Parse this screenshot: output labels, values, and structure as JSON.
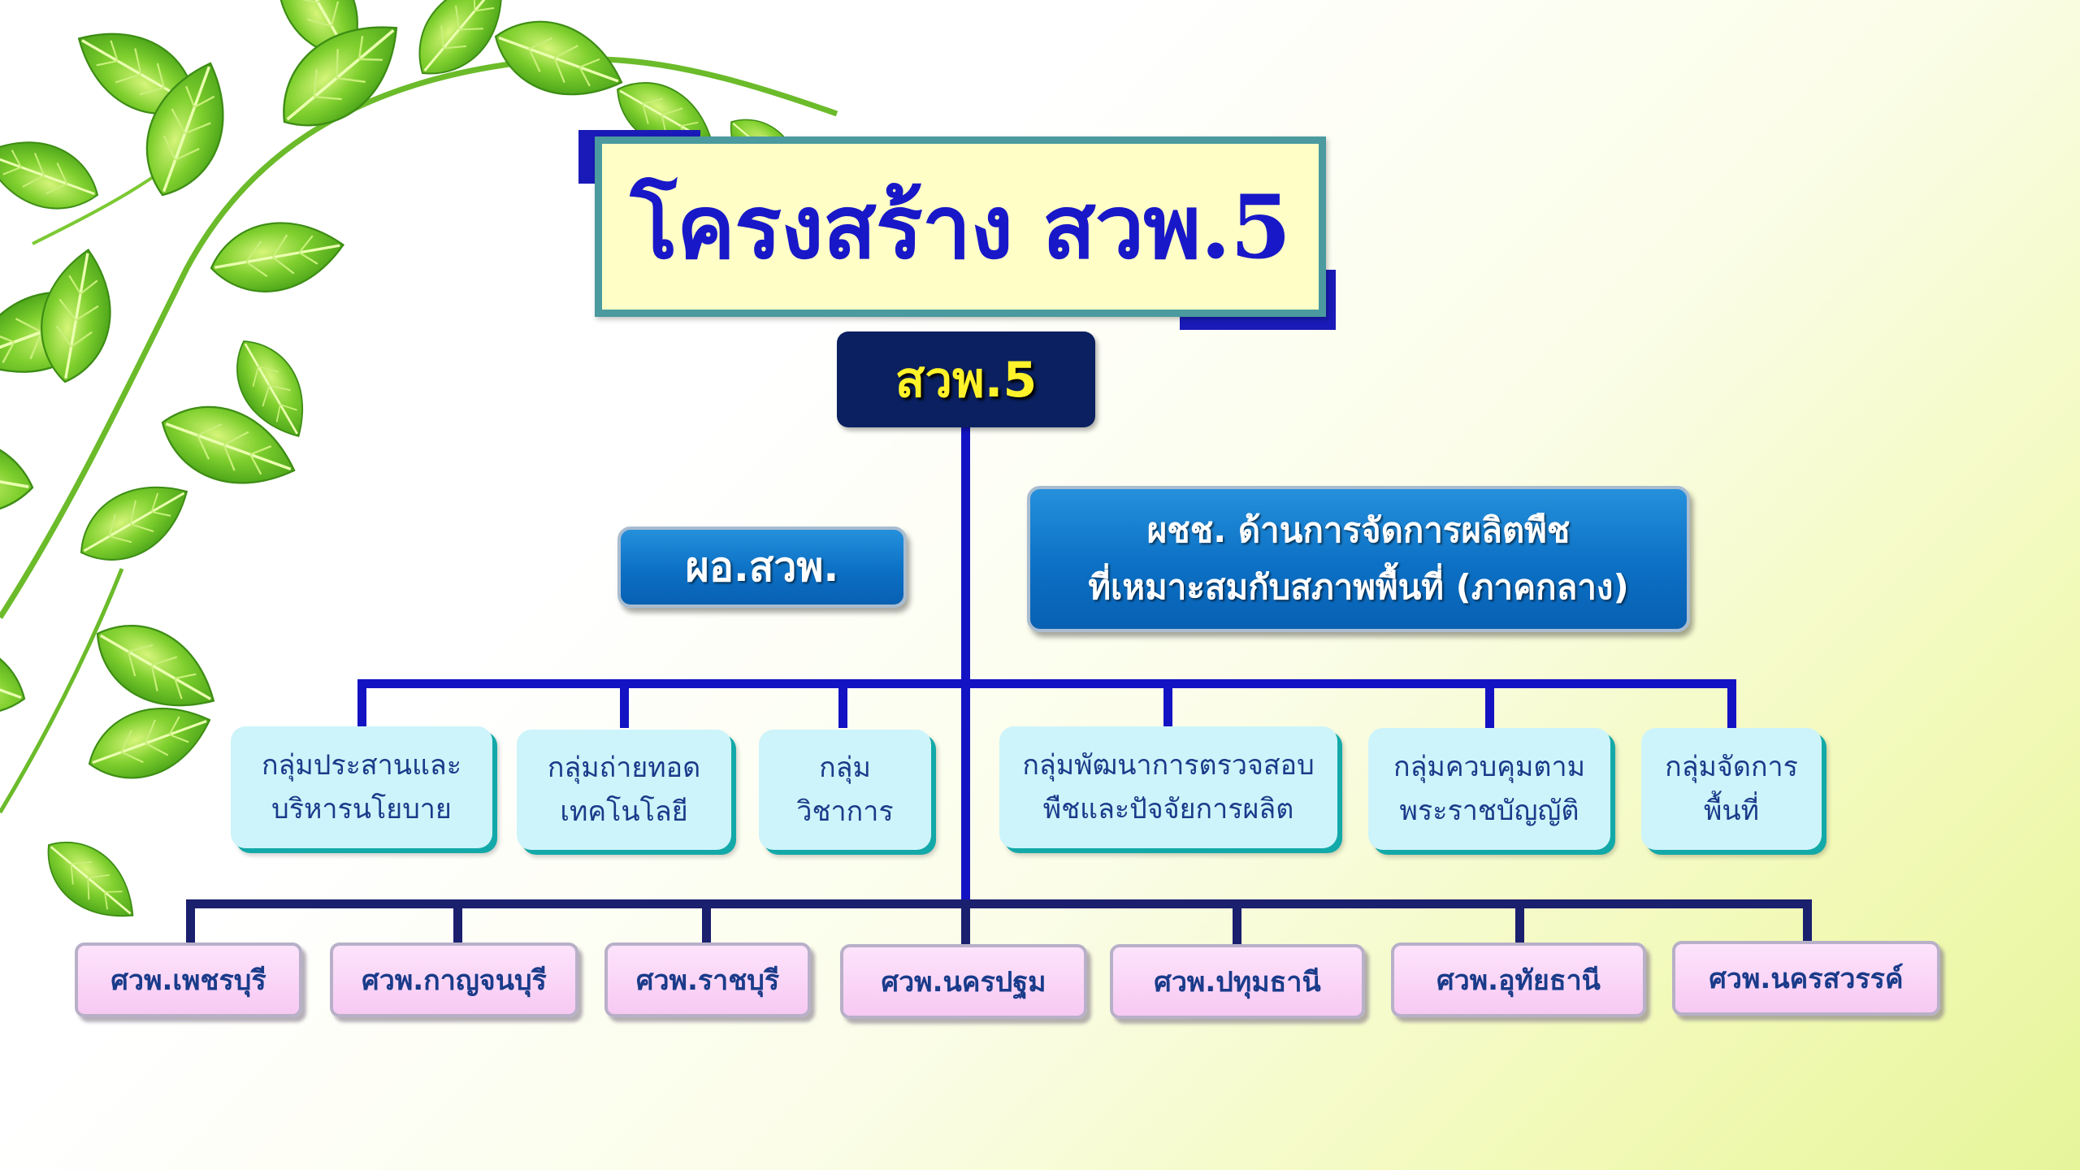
{
  "title": "โครงสร้าง สวพ.5",
  "root": "สวพ.5",
  "advisor": "ผอ.สวพ.",
  "expert": {
    "line1": "ผชช. ด้านการจัดการผลิตพืช",
    "line2": "ที่เหมาะสมกับสภาพพื้นที่ (ภาคกลาง)"
  },
  "groups": [
    {
      "line1": "กลุ่มประสานและ",
      "line2": "บริหารนโยบาย"
    },
    {
      "line1": "กลุ่มถ่ายทอด",
      "line2": "เทคโนโลยี"
    },
    {
      "line1": "กลุ่ม",
      "line2": "วิชาการ"
    },
    {
      "line1": "กลุ่มพัฒนาการตรวจสอบ",
      "line2": "พืชและปัจจัยการผลิต"
    },
    {
      "line1": "กลุ่มควบคุมตาม",
      "line2": "พระราชบัญญัติ"
    },
    {
      "line1": "กลุ่มจัดการ",
      "line2": "พื้นที่"
    }
  ],
  "centers": [
    "ศวพ.เพชรบุรี",
    "ศวพ.กาญจนบุรี",
    "ศวพ.ราชบุรี",
    "ศวพ.นครปฐม",
    "ศวพ.ปทุมธานี",
    "ศวพ.อุทัยธานี",
    "ศวพ.นครสวรรค์"
  ],
  "colors": {
    "title_text": "#1818c8",
    "title_bg": "#fffec6",
    "root_bg": "#0a2060",
    "root_text": "#fff22a",
    "blue_box": "#0c70c4",
    "group_bg": "#cdf4fa",
    "center_bg": "#f7c9f3",
    "connector": "#1313c4"
  }
}
